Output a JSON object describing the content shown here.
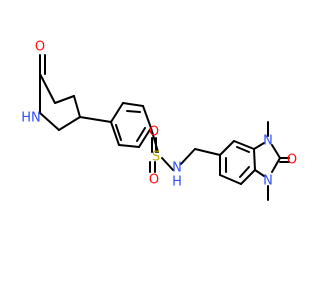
{
  "colors": {
    "background": "#ffffff",
    "bond": "#000000",
    "oxygen": "#ff0d0d",
    "nitrogen": "#3050f8",
    "sulfur": "#c8a800"
  },
  "labels": {
    "o_lactam": "O",
    "nh_lactam": "HN",
    "sulfur": "S",
    "o_sulfonyl_top": "O",
    "o_sulfonyl_bottom": "O",
    "nh_sulfonamide": "N",
    "h_sulfonamide": "H",
    "n_imidazole_top": "N",
    "n_imidazole_bottom": "N",
    "o_urea": "O"
  }
}
